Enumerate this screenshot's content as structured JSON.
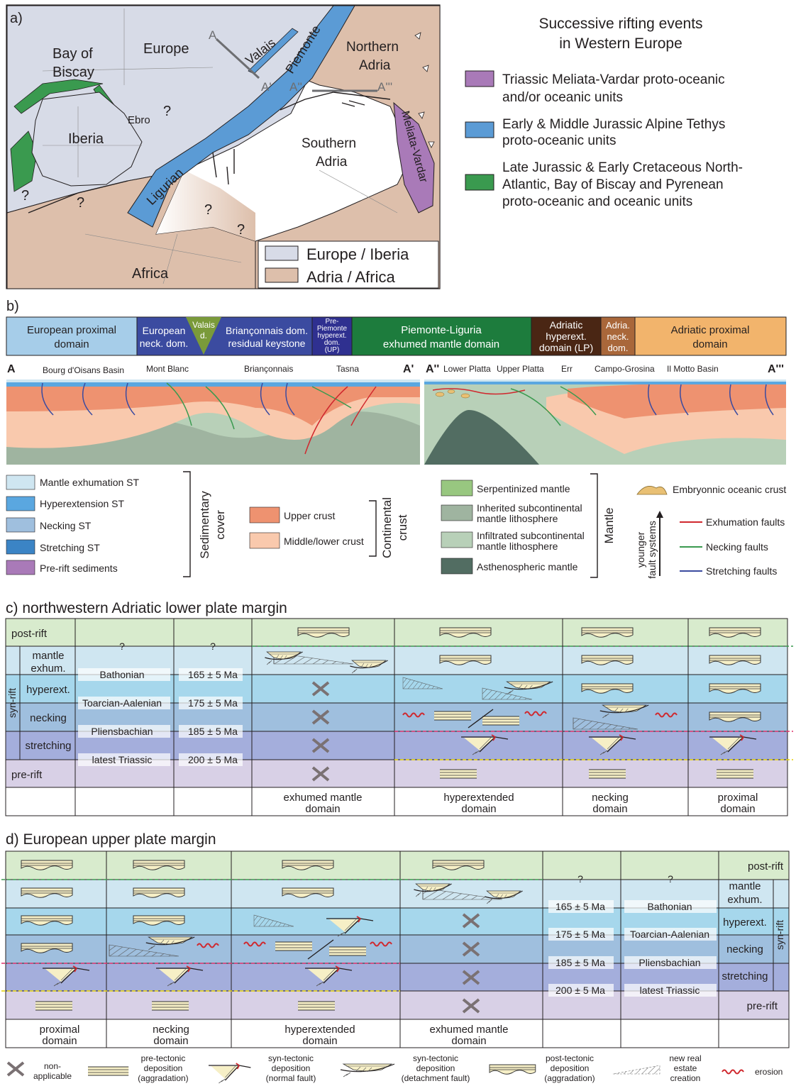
{
  "colors": {
    "europe_iberia": "#d7dbe7",
    "adria_africa": "#ddbfab",
    "melvar": "#a97ab8",
    "alpine_tethys": "#5b9bd5",
    "atlantic": "#3a9a4f",
    "postrift": "#d8ebcd",
    "mantle_exhum": "#cfe6f1",
    "hyperext": "#a6d7ec",
    "necking": "#9fbfde",
    "stretching": "#a4aedc",
    "prerift": "#d8d0e6"
  },
  "panel_a": {
    "label": "a)",
    "regions": {
      "europe": "Europe",
      "bay_of": "Bay of",
      "biscay": "Biscay",
      "iberia": "Iberia",
      "ebro": "Ebro",
      "valais": "Valais",
      "piemonte": "Piemonte",
      "northern": "Northern",
      "adria_n": "Adria",
      "southern": "Southern",
      "adria_s": "Adria",
      "ligurian": "Ligurian",
      "meliata_vardar": "Meliata-Vardar",
      "africa": "Africa"
    },
    "points": {
      "a": "A",
      "a1": "A'",
      "a2": "A''",
      "a3": "A'''"
    },
    "question": "?",
    "legend_boxes": {
      "europe_iberia": "Europe / Iberia",
      "adria_africa": "Adria / Africa"
    }
  },
  "rifting": {
    "title_line1": "Successive rifting events",
    "title_line2": "in Western Europe",
    "items": [
      {
        "lines": [
          "Triassic Meliata-Vardar proto-oceanic",
          "and/or oceanic units"
        ]
      },
      {
        "lines": [
          "Early & Middle Jurassic Alpine Tethys",
          "proto-oceanic units"
        ]
      },
      {
        "lines": [
          "Late Jurassic & Early Cretaceous North-",
          "Atlantic, Bay of Biscay and Pyrenean",
          "proto-oceanic and oceanic units"
        ]
      }
    ]
  },
  "panel_b": {
    "label": "b)",
    "domains": {
      "eu_prox": [
        "European proximal",
        "domain"
      ],
      "eu_neck": [
        "European",
        "neck. dom."
      ],
      "valais": [
        "Valais",
        "d."
      ],
      "brianc": [
        "Briançonnais dom.",
        "residual keystone"
      ],
      "prepie": [
        "Pre-",
        "Piemonte",
        "hyperext.",
        "dom.",
        "(UP)"
      ],
      "piem": [
        "Piemonte-Liguria",
        "exhumed mantle domain"
      ],
      "adr_hyp": [
        "Adriatic",
        "hyperext.",
        "domain (LP)"
      ],
      "adr_neck": [
        "Adria.",
        "neck.",
        "dom."
      ],
      "adr_prox": [
        "Adriatic proximal",
        "domain"
      ]
    },
    "ends": {
      "a": "A",
      "a1": "A'",
      "a2": "A''",
      "a3": "A'''"
    },
    "localities": {
      "bourg": "Bourg d'Oisans Basin",
      "montblanc": "Mont Blanc",
      "brianconnais": "Briançonnais",
      "tasna": "Tasna",
      "lowerplatta": "Lower Platta",
      "upperplatta": "Upper Platta",
      "err": "Err",
      "campo": "Campo-Grosina",
      "ilmotto": "Il Motto Basin"
    },
    "legend": {
      "sed": [
        "Mantle exhumation ST",
        "Hyperextension ST",
        "Necking ST",
        "Stretching ST",
        "Pre-rift sediments"
      ],
      "sed_group": [
        "Sedimentary",
        "cover"
      ],
      "crust": [
        "Upper crust",
        "Middle/lower crust"
      ],
      "crust_group": [
        "Continental",
        "crust"
      ],
      "mantle": [
        [
          "Serpentinized mantle"
        ],
        [
          "Inherited subcontinental",
          "mantle lithosphere"
        ],
        [
          "Infiltrated subcontinental",
          "mantle lithosphere"
        ],
        [
          "Asthenospheric mantle"
        ]
      ],
      "mantle_group": "Mantle",
      "embryonic": "Embryonnic oceanic crust",
      "faults": [
        "Exhumation faults",
        "Necking faults",
        "Stretching faults"
      ],
      "fault_group": [
        "younger",
        "fault systems"
      ]
    }
  },
  "panel_c": {
    "title": "c) northwestern Adriatic lower plate margin",
    "rows": [
      "post-rift",
      "mantle",
      "exhum.",
      "hyperext.",
      "necking",
      "stretching",
      "pre-rift"
    ],
    "synrift": "syn-rift",
    "stages": [
      "Bathonian",
      "Toarcian-Aalenian",
      "Pliensbachian",
      "latest Triassic"
    ],
    "ages": [
      "165 ± 5 Ma",
      "175 ± 5 Ma",
      "185 ± 5 Ma",
      "200 ± 5 Ma"
    ],
    "q": "?",
    "domains": [
      [
        "exhumed mantle",
        "domain"
      ],
      [
        "hyperextended",
        "domain"
      ],
      [
        "necking",
        "domain"
      ],
      [
        "proximal",
        "domain"
      ]
    ]
  },
  "panel_d": {
    "title": "d) European upper plate margin",
    "rows": [
      "post-rift",
      "mantle",
      "exhum.",
      "hyperext.",
      "necking",
      "stretching",
      "pre-rift"
    ],
    "synrift": "syn-rift",
    "stages": [
      "Bathonian",
      "Toarcian-Aalenian",
      "Pliensbachian",
      "latest Triassic"
    ],
    "ages": [
      "165 ± 5 Ma",
      "175 ± 5 Ma",
      "185 ± 5 Ma",
      "200 ± 5 Ma"
    ],
    "q": "?",
    "domains": [
      [
        "proximal",
        "domain"
      ],
      [
        "necking",
        "domain"
      ],
      [
        "hyperextended",
        "domain"
      ],
      [
        "exhumed mantle",
        "domain"
      ]
    ]
  },
  "bottom_legend": [
    {
      "lines": [
        "non-",
        "applicable"
      ]
    },
    {
      "lines": [
        "pre-tectonic",
        "deposition",
        "(aggradation)"
      ]
    },
    {
      "lines": [
        "syn-tectonic",
        "deposition",
        "(normal fault)"
      ]
    },
    {
      "lines": [
        "syn-tectonic",
        "deposition",
        "(detachment fault)"
      ]
    },
    {
      "lines": [
        "post-tectonic",
        "deposition",
        "(aggradation)"
      ]
    },
    {
      "lines": [
        "new real",
        "estate",
        "creation"
      ]
    },
    {
      "lines": [
        "erosion"
      ]
    }
  ]
}
